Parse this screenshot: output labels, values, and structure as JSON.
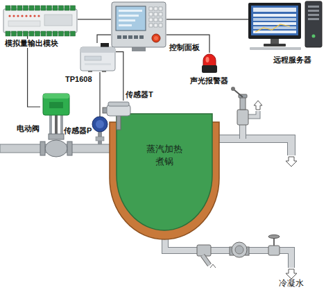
{
  "diagram": {
    "nodes": [
      {
        "text": [
          "模拟量输出模块"
        ]
      },
      {
        "text": [
          "控制面板"
        ]
      },
      {
        "text": [
          "远程服务器"
        ]
      },
      {
        "text": [
          "TP1608"
        ]
      },
      {
        "text": [
          "声光报警器"
        ]
      },
      {
        "text": [
          "电动阀"
        ]
      },
      {
        "text": [
          "传感器T"
        ]
      },
      {
        "text": [
          "传感器P"
        ]
      },
      {
        "text": [
          "蒸汽加热 煮锅"
        ]
      }
    ],
    "edges": [
      {
        "from": 0,
        "to": 1,
        "arrow": "none"
      },
      {
        "from": 1,
        "to": 2,
        "arrow": "none"
      },
      {
        "from": 1,
        "to": 4,
        "arrow": "none"
      },
      {
        "from": 3,
        "to": 1,
        "arrow": "none"
      },
      {
        "from": 0,
        "to": 5,
        "arrow": "none"
      },
      {
        "from": 3,
        "to": 7,
        "arrow": "none"
      },
      {
        "from": 3,
        "to": 6,
        "arrow": "none"
      }
    ],
    "labels": [
      "冷凝水"
    ]
  }
}
